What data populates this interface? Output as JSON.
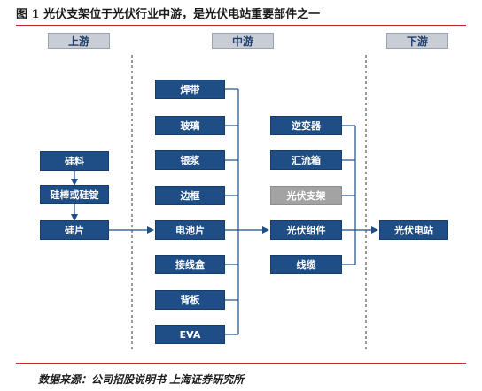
{
  "title": "图 1 光伏支架位于光伏行业中游，是光伏电站重要部件之一",
  "stages": {
    "upstream": "上游",
    "midstream": "中游",
    "downstream": "下游"
  },
  "upstream": [
    "硅料",
    "硅棒或硅锭",
    "硅片"
  ],
  "components": [
    "焊带",
    "玻璃",
    "银浆",
    "边框",
    "电池片",
    "接线盒",
    "背板",
    "EVA"
  ],
  "system": [
    "逆变器",
    "汇流箱",
    "光伏支架",
    "光伏组件",
    "线缆"
  ],
  "downstream": [
    "光伏电站"
  ],
  "highlight": "光伏支架",
  "source": "数据来源：公司招股说明书 上海证券研究所",
  "colors": {
    "box": "#1f4e86",
    "highlight_box": "#a3a3a3",
    "header": "#c9ced6",
    "rule": "#c0262d"
  }
}
